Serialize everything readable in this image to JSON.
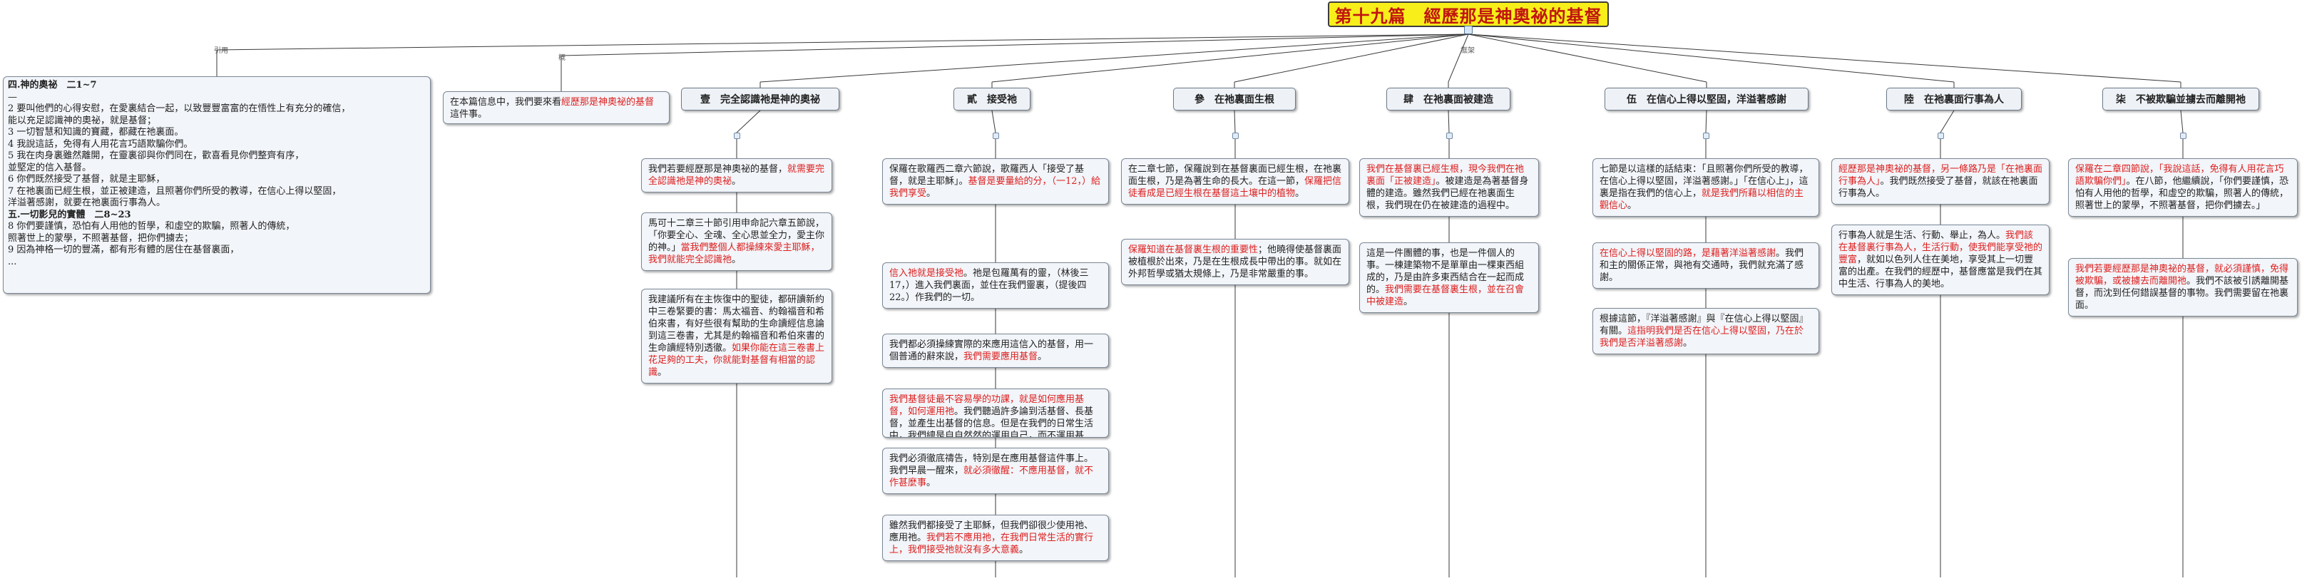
{
  "title": "第十九篇　經歷那是神奧祕的基督",
  "edges": {
    "outline": "引用",
    "intro": "概",
    "main": "框架"
  },
  "outline": {
    "heading": "四.神的奧祕　二1~7",
    "dash": "—",
    "lines": [
      "2 要叫他們的心得安慰，在愛裏結合一起，以致豐豐富富的在悟性上有充分的確信，",
      "能以充足認識神的奧祕，就是基督；",
      "3 一切智慧和知識的寶藏，都藏在祂裏面。",
      "4 我說這話，免得有人用花言巧語欺騙你們。",
      "5 我在肉身裏雖然離開，在靈裏卻與你們同在，歡喜看見你們整齊有序，",
      "並堅定的信入基督。",
      "6 你們既然接受了基督，就是主耶穌，",
      "7 在祂裏面已經生根，並正被建造，且照著你們所受的教導，在信心上得以堅固，",
      "洋溢著感謝，就要在祂裏面行事為人。"
    ],
    "heading2": "五.一切影兒的實體　二8~23",
    "lines2": [
      "8 你們要謹慎，恐怕有人用他的哲學，和虛空的欺騙，照著人的傳統，",
      "照著世上的蒙學，不照著基督，把你們擄去；",
      "9 因為神格一切的豐滿，都有形有體的居住在基督裏面，"
    ],
    "dots": "..."
  },
  "intro": {
    "text_a": "在本篇信息中，我們要來看",
    "text_red": "經歷那是神奧祕的基督",
    "text_b": "這件事。"
  },
  "columns": [
    {
      "head": "壹　完全認識祂是神的奧祕",
      "boxes": [
        [
          [
            "我們若要經歷那是神奧祕的基督，",
            ""
          ],
          [
            "就需要完全認識祂是神的奧祕",
            "red"
          ],
          [
            "。",
            ""
          ]
        ],
        [
          [
            "馬可十二章三十節引用申命記六章五節說，「你要全心、全魂、全心思並全力，愛主你的神。」",
            ""
          ],
          [
            "當我們整個人都操練來愛主耶穌，我們就能完全認識祂",
            "red"
          ],
          [
            "。",
            ""
          ]
        ],
        [
          [
            "我建議所有在主恢復中的聖徒，都研讀新約中三卷緊要的書：馬太福音、約翰福音和希伯來書，有好些很有幫助的生命讀經信息論到這三卷書，尤其是約翰福音和希伯來書的生命讀經特別透徹。",
            ""
          ],
          [
            "如果你能在這三卷書上花足夠的工夫，你就能對基督有相當的認識",
            "red"
          ],
          [
            "。",
            ""
          ]
        ]
      ]
    },
    {
      "head": "貳　接受祂",
      "boxes": [
        [
          [
            "保羅在歌羅西二章六節說，歌羅西人「接受了基督，就是主耶穌」。",
            ""
          ],
          [
            "基督是要量給的分，（一12，）給我們享受",
            "red"
          ],
          [
            "。",
            ""
          ]
        ],
        [
          [
            "信入祂就是接受祂",
            "red"
          ],
          [
            "。祂是包羅萬有的靈，（林後三17，）進入我們裏面，並住在我們靈裏，（提後四22。）作我們的一切。",
            ""
          ]
        ],
        [
          [
            "我們都必須操練實際的來應用這信入的基督，用一個普通的辭來說，",
            ""
          ],
          [
            "我們需要應用基督",
            "red"
          ],
          [
            "。",
            ""
          ]
        ],
        [
          [
            "我們基督徒最不容易學的功課，就是如何應用基督，如何運用祂",
            "red"
          ],
          [
            "。我們聽過許多論到活基督、長基督，並產生出基督的信息。但是在我們的日常生活中，我們總是自自然然的運用自己，而不運用基督。",
            ""
          ]
        ],
        [
          [
            "我們必須徹底禱告，特別是在應用基督這件事上。我們早晨一醒來，",
            ""
          ],
          [
            "就必須徹醒：不應用基督，就不作甚麼事",
            "red"
          ],
          [
            "。",
            ""
          ]
        ],
        [
          [
            "雖然我們都接受了主耶穌，但我們卻很少使用祂、應用祂。",
            ""
          ],
          [
            "我們若不應用祂，在我們日常生活的實行上，我們接受祂就沒有多大意義",
            "red"
          ],
          [
            "。",
            ""
          ]
        ]
      ]
    },
    {
      "head": "參　在祂裏面生根",
      "boxes": [
        [
          [
            "在二章七節，保羅說到在基督裏面已經生根，在祂裏面生根，乃是為著生命的長大。在這一節，",
            ""
          ],
          [
            "保羅把信徒看成是已經生根在基督這土壤中的植物",
            "red"
          ],
          [
            "。",
            ""
          ]
        ],
        [
          [
            "保羅知道在基督裏生根的重要性",
            "red"
          ],
          [
            "；他曉得使基督裏面被植根於出來，乃是在生根成長中帶出的事。就如在外邦哲學或猶太規條上，乃是非常嚴重的事。",
            ""
          ]
        ]
      ]
    },
    {
      "head": "肆　在祂裏面被建造",
      "boxes": [
        [
          [
            "我們在基督裏已經生根，現今我們在祂裏面「正被建造」",
            "red"
          ],
          [
            "。被建造是為著基督身體的建造。雖然我們已經在祂裏面生根，我們現在仍在被建造的過程中。",
            ""
          ]
        ],
        [
          [
            "這是一件團體的事，也是一件個人的事。一棟建築物不是單單由一棵東西組成的，乃是由許多東西結合在一起而成的。",
            ""
          ],
          [
            "我們需要在基督裏生根，並在召會中被建造",
            "red"
          ],
          [
            "。",
            ""
          ]
        ]
      ]
    },
    {
      "head": "伍　在信心上得以堅固，洋溢著感謝",
      "boxes": [
        [
          [
            "七節是以這樣的話結束：「且照著你們所受的教導，在信心上得以堅固，洋溢著感謝。」「在信心上」，這裏是指在我們的信心上，",
            ""
          ],
          [
            "就是我們所藉以相信的主觀信心",
            "red"
          ],
          [
            "。",
            ""
          ]
        ],
        [
          [
            "在信心上得以堅固的路，是藉著洋溢著感謝",
            "red"
          ],
          [
            "。我們和主的關係正常，與祂有交通時，我們就充滿了感謝。",
            ""
          ]
        ],
        [
          [
            "根據這節，『洋溢著感謝』與『在信心上得以堅固』有關。",
            ""
          ],
          [
            "這指明我們是否在信心上得以堅固，乃在於我們是否洋溢著感謝",
            "red"
          ],
          [
            "。",
            ""
          ]
        ]
      ]
    },
    {
      "head": "陸　在祂裏面行事為人",
      "boxes": [
        [
          [
            "經歷那是神奧祕的基督，另一條路乃是「在祂裏面行事為人」",
            "red"
          ],
          [
            "。我們既然接受了基督，就該在祂裏面行事為人。",
            ""
          ]
        ],
        [
          [
            "行事為人就是生活、行動、舉止，為人。",
            ""
          ],
          [
            "我們該在基督裏行事為人，生活行動，使我們能享受祂的豐富",
            "red"
          ],
          [
            "，就如以色列人住在美地，享受其上一切豐富的出產。在我們的經歷中，基督應當是我們在其中生活、行事為人的美地。",
            ""
          ]
        ]
      ]
    },
    {
      "head": "柒　不被欺騙並擄去而離開祂",
      "boxes": [
        [
          [
            "保羅在二章四節說，「我說這話，免得有人用花言巧語欺騙你們」",
            "red"
          ],
          [
            "。在八節，他繼續說，「你們要謹慎，恐怕有人用他的哲學，和虛空的欺騙，照著人的傳統，照著世上的蒙學，不照著基督，把你們擄去。」",
            ""
          ]
        ],
        [
          [
            "我們若要經歷那是神奧祕的基督，就必須謹慎，免得被欺騙，或被擄去而離開祂",
            "red"
          ],
          [
            "。我們不該被引誘離開基督，而沈到任何錯誤基督的事物。我們需要留在祂裏面。",
            ""
          ]
        ]
      ]
    }
  ]
}
